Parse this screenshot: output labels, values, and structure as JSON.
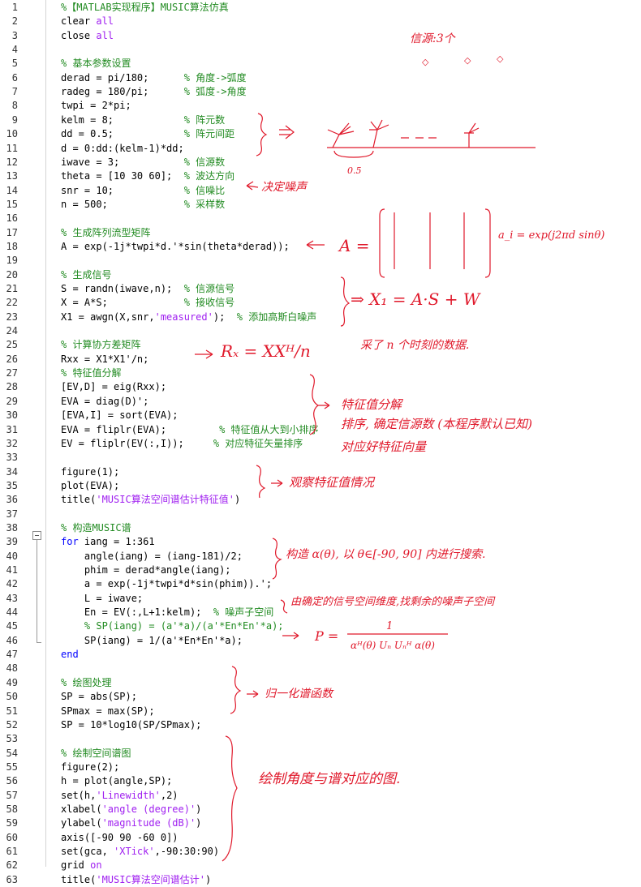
{
  "lines": [
    {
      "n": "1",
      "segs": [
        {
          "t": "cmt",
          "v": "%【MATLAB实现程序】MUSIC算法仿真"
        }
      ]
    },
    {
      "n": "2",
      "segs": [
        {
          "t": "",
          "v": "clear "
        },
        {
          "t": "str",
          "v": "all"
        }
      ]
    },
    {
      "n": "3",
      "segs": [
        {
          "t": "",
          "v": "close "
        },
        {
          "t": "str",
          "v": "all"
        }
      ]
    },
    {
      "n": "4",
      "segs": []
    },
    {
      "n": "5",
      "segs": [
        {
          "t": "cmt",
          "v": "% 基本参数设置"
        }
      ]
    },
    {
      "n": "6",
      "segs": [
        {
          "t": "",
          "v": "derad = pi/180;      "
        },
        {
          "t": "cmt",
          "v": "% 角度->弧度"
        }
      ]
    },
    {
      "n": "7",
      "segs": [
        {
          "t": "",
          "v": "radeg = 180/pi;      "
        },
        {
          "t": "cmt",
          "v": "% 弧度->角度"
        }
      ]
    },
    {
      "n": "8",
      "segs": [
        {
          "t": "",
          "v": "twpi = 2*pi;"
        }
      ]
    },
    {
      "n": "9",
      "segs": [
        {
          "t": "",
          "v": "kelm = 8;            "
        },
        {
          "t": "cmt",
          "v": "% 阵元数"
        }
      ]
    },
    {
      "n": "10",
      "segs": [
        {
          "t": "",
          "v": "dd = 0.5;            "
        },
        {
          "t": "cmt",
          "v": "% 阵元间距"
        }
      ]
    },
    {
      "n": "11",
      "segs": [
        {
          "t": "",
          "v": "d = 0:dd:(kelm-1)*dd;"
        }
      ]
    },
    {
      "n": "12",
      "segs": [
        {
          "t": "",
          "v": "iwave = 3;           "
        },
        {
          "t": "cmt",
          "v": "% 信源数"
        }
      ]
    },
    {
      "n": "13",
      "segs": [
        {
          "t": "",
          "v": "theta = [10 30 60];  "
        },
        {
          "t": "cmt",
          "v": "% 波达方向"
        }
      ]
    },
    {
      "n": "14",
      "segs": [
        {
          "t": "",
          "v": "snr = 10;            "
        },
        {
          "t": "cmt",
          "v": "% 信噪比"
        }
      ]
    },
    {
      "n": "15",
      "segs": [
        {
          "t": "",
          "v": "n = 500;             "
        },
        {
          "t": "cmt",
          "v": "% 采样数"
        }
      ]
    },
    {
      "n": "16",
      "segs": []
    },
    {
      "n": "17",
      "segs": [
        {
          "t": "cmt",
          "v": "% 生成阵列流型矩阵"
        }
      ]
    },
    {
      "n": "18",
      "segs": [
        {
          "t": "",
          "v": "A = exp(-1j*twpi*d.'*sin(theta*derad));"
        }
      ]
    },
    {
      "n": "19",
      "segs": []
    },
    {
      "n": "20",
      "segs": [
        {
          "t": "cmt",
          "v": "% 生成信号"
        }
      ]
    },
    {
      "n": "21",
      "segs": [
        {
          "t": "",
          "v": "S = randn(iwave,n);  "
        },
        {
          "t": "cmt",
          "v": "% 信源信号"
        }
      ]
    },
    {
      "n": "22",
      "segs": [
        {
          "t": "",
          "v": "X = A*S;             "
        },
        {
          "t": "cmt",
          "v": "% 接收信号"
        }
      ]
    },
    {
      "n": "23",
      "segs": [
        {
          "t": "",
          "v": "X1 = awgn(X,snr,"
        },
        {
          "t": "str",
          "v": "'measured'"
        },
        {
          "t": "",
          "v": ");  "
        },
        {
          "t": "cmt",
          "v": "% 添加高斯白噪声"
        }
      ]
    },
    {
      "n": "24",
      "segs": []
    },
    {
      "n": "25",
      "segs": [
        {
          "t": "cmt",
          "v": "% 计算协方差矩阵"
        }
      ]
    },
    {
      "n": "26",
      "segs": [
        {
          "t": "",
          "v": "Rxx = X1*X1'/n;"
        }
      ]
    },
    {
      "n": "27",
      "segs": [
        {
          "t": "cmt",
          "v": "% 特征值分解"
        }
      ]
    },
    {
      "n": "28",
      "segs": [
        {
          "t": "",
          "v": "[EV,D] = eig(Rxx);"
        }
      ]
    },
    {
      "n": "29",
      "segs": [
        {
          "t": "",
          "v": "EVA = diag(D)';"
        }
      ]
    },
    {
      "n": "30",
      "segs": [
        {
          "t": "",
          "v": "[EVA,I] = sort(EVA);"
        }
      ]
    },
    {
      "n": "31",
      "segs": [
        {
          "t": "",
          "v": "EVA = fliplr(EVA);         "
        },
        {
          "t": "cmt",
          "v": "% 特征值从大到小排序"
        }
      ]
    },
    {
      "n": "32",
      "segs": [
        {
          "t": "",
          "v": "EV = fliplr(EV(:,I));     "
        },
        {
          "t": "cmt",
          "v": "% 对应特征矢量排序"
        }
      ]
    },
    {
      "n": "33",
      "segs": []
    },
    {
      "n": "34",
      "segs": [
        {
          "t": "",
          "v": "figure(1);"
        }
      ]
    },
    {
      "n": "35",
      "segs": [
        {
          "t": "",
          "v": "plot(EVA);"
        }
      ]
    },
    {
      "n": "36",
      "segs": [
        {
          "t": "",
          "v": "title("
        },
        {
          "t": "str",
          "v": "'MUSIC算法空间谱估计特征值'"
        },
        {
          "t": "",
          "v": ")"
        }
      ]
    },
    {
      "n": "37",
      "segs": []
    },
    {
      "n": "38",
      "segs": [
        {
          "t": "cmt",
          "v": "% 构造MUSIC谱"
        }
      ]
    },
    {
      "n": "39",
      "segs": [
        {
          "t": "kw",
          "v": "for"
        },
        {
          "t": "",
          "v": " iang = 1:361"
        }
      ]
    },
    {
      "n": "40",
      "segs": [
        {
          "t": "",
          "v": "    angle(iang) = (iang-181)/2;"
        }
      ]
    },
    {
      "n": "41",
      "segs": [
        {
          "t": "",
          "v": "    phim = derad*angle(iang);"
        }
      ]
    },
    {
      "n": "42",
      "segs": [
        {
          "t": "",
          "v": "    a = exp(-1j*twpi*d*sin(phim)).';"
        }
      ]
    },
    {
      "n": "43",
      "segs": [
        {
          "t": "",
          "v": "    L = iwave;"
        }
      ]
    },
    {
      "n": "44",
      "segs": [
        {
          "t": "",
          "v": "    En = EV(:,L+1:kelm);  "
        },
        {
          "t": "cmt",
          "v": "% 噪声子空间"
        }
      ]
    },
    {
      "n": "45",
      "segs": [
        {
          "t": "cmt",
          "v": "    % SP(iang) = (a'*a)/(a'*En*En'*a);"
        }
      ]
    },
    {
      "n": "46",
      "segs": [
        {
          "t": "",
          "v": "    SP(iang) = 1/(a'*En*En'*a);"
        }
      ]
    },
    {
      "n": "47",
      "segs": [
        {
          "t": "kw",
          "v": "end"
        }
      ]
    },
    {
      "n": "48",
      "segs": []
    },
    {
      "n": "49",
      "segs": [
        {
          "t": "cmt",
          "v": "% 绘图处理"
        }
      ]
    },
    {
      "n": "50",
      "segs": [
        {
          "t": "",
          "v": "SP = abs(SP);"
        }
      ]
    },
    {
      "n": "51",
      "segs": [
        {
          "t": "",
          "v": "SPmax = max(SP);"
        }
      ]
    },
    {
      "n": "52",
      "segs": [
        {
          "t": "",
          "v": "SP = 10*log10(SP/SPmax);"
        }
      ]
    },
    {
      "n": "53",
      "segs": []
    },
    {
      "n": "54",
      "segs": [
        {
          "t": "cmt",
          "v": "% 绘制空间谱图"
        }
      ]
    },
    {
      "n": "55",
      "segs": [
        {
          "t": "",
          "v": "figure(2);"
        }
      ]
    },
    {
      "n": "56",
      "segs": [
        {
          "t": "",
          "v": "h = plot(angle,SP);"
        }
      ]
    },
    {
      "n": "57",
      "segs": [
        {
          "t": "",
          "v": "set(h,"
        },
        {
          "t": "str",
          "v": "'Linewidth'"
        },
        {
          "t": "",
          "v": ",2)"
        }
      ]
    },
    {
      "n": "58",
      "segs": [
        {
          "t": "",
          "v": "xlabel("
        },
        {
          "t": "str",
          "v": "'angle (degree)'"
        },
        {
          "t": "",
          "v": ")"
        }
      ]
    },
    {
      "n": "59",
      "segs": [
        {
          "t": "",
          "v": "ylabel("
        },
        {
          "t": "str",
          "v": "'magnitude (dB)'"
        },
        {
          "t": "",
          "v": ")"
        }
      ]
    },
    {
      "n": "60",
      "segs": [
        {
          "t": "",
          "v": "axis([-90 90 -60 0])"
        }
      ]
    },
    {
      "n": "61",
      "segs": [
        {
          "t": "",
          "v": "set(gca, "
        },
        {
          "t": "str",
          "v": "'XTick'"
        },
        {
          "t": "",
          "v": ",-90:30:90)"
        }
      ]
    },
    {
      "n": "62",
      "segs": [
        {
          "t": "",
          "v": "grid "
        },
        {
          "t": "str",
          "v": "on"
        }
      ]
    },
    {
      "n": "63",
      "segs": [
        {
          "t": "",
          "v": "title("
        },
        {
          "t": "str",
          "v": "'MUSIC算法空间谱估计'"
        },
        {
          "t": "",
          "v": ")"
        }
      ]
    }
  ],
  "annotations": {
    "sources": "信源:3个",
    "array_spacing": "0.5",
    "snr_note": "决定噪声",
    "steering_matrix": "A =",
    "steering_formula": "a_i = exp(j2πd sinθ)",
    "signal_model": "⇒ X₁ = A·S + W",
    "cov_formula": "Rₓ = XXᴴ/n",
    "cov_note": "采了 n 个时刻的数据.",
    "eig_note1": "特征值分解",
    "eig_note2": "排序, 确定信源数 (本程序默认已知)",
    "eig_note3": "对应好特征向量",
    "plot_note": "观察特征值情况",
    "music_note": "构造 α(θ), 以 θ∈[-90, 90] 内进行搜索.",
    "noise_note": "由确定的信号空间维度,找剩余的噪声子空间",
    "p_num": "1",
    "p_den": "αᴴ(θ) Uₙ Uₙᴴ α(θ)",
    "p_lhs": "P =",
    "norm_note": "归一化谱函数",
    "draw_note": "绘制角度与谱对应的图."
  },
  "colors": {
    "comment": "#228b22",
    "keyword": "#0000ff",
    "string": "#a020f0",
    "ink": "#e0192b"
  }
}
